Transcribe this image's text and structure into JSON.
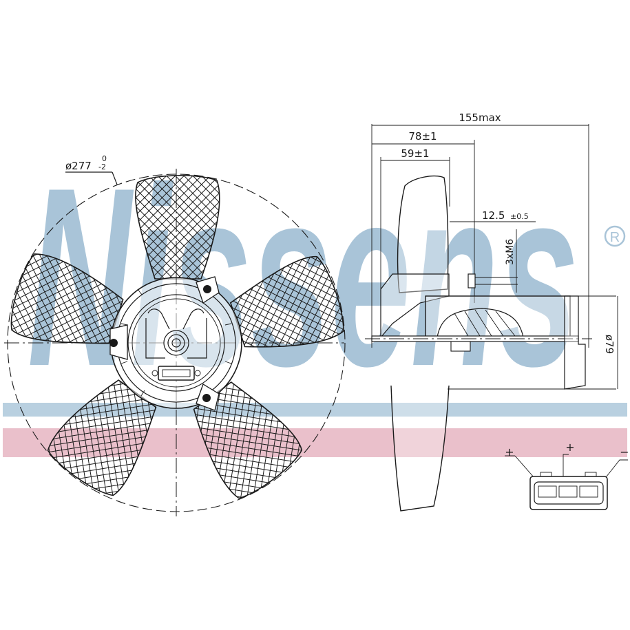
{
  "watermark": {
    "brand": "Nissens",
    "registered_mark": "®",
    "color": "#a9c4d8",
    "band_blue_color": "#b9d0e0",
    "band_pink_color": "#e8b9c5"
  },
  "front_view": {
    "diameter_label": "ø277",
    "tolerance_upper": "0",
    "tolerance_lower": "-2",
    "blade_count": 5,
    "mounting_points": 3
  },
  "side_view": {
    "dim_overall": "155max",
    "dim_hub_depth": "78±1",
    "dim_blade_depth": "59±1",
    "dim_offset_value": "12.5",
    "dim_offset_tol": "±0.5",
    "dim_bolts": "3xM6",
    "dim_motor_diameter": "ø79"
  },
  "connector": {
    "pins": [
      {
        "label": "+"
      },
      {
        "label": "+"
      },
      {
        "label": "−"
      }
    ]
  },
  "colors": {
    "line": "#1a1a1a",
    "background": "#ffffff"
  }
}
